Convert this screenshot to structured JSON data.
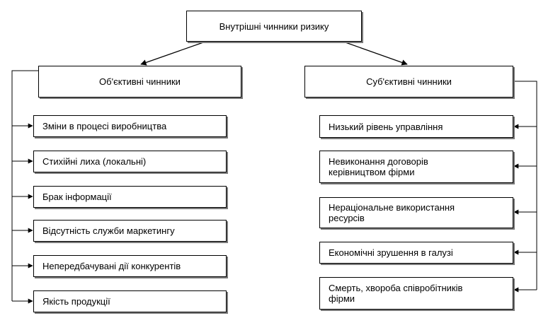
{
  "root": {
    "label": "Внутрішні чинники ризику"
  },
  "objective": {
    "label": "Об'єктивні чинники",
    "items": [
      "Зміни в процесі виробництва",
      "Стихійні лиха (локальні)",
      "Брак інформації",
      "Відсутність служби маркетингу",
      "Непередбачувані дії конкурентів",
      "Якість продукції"
    ]
  },
  "subjective": {
    "label": "Суб'єктивні чинники",
    "items": [
      "Низький рівень управління",
      "Невиконання договорів керівництвом фірми",
      "Нераціональне використання ресурсів",
      "Економічні зрушення в галузі",
      "Смерть, хвороба співробітників фірми"
    ]
  }
}
